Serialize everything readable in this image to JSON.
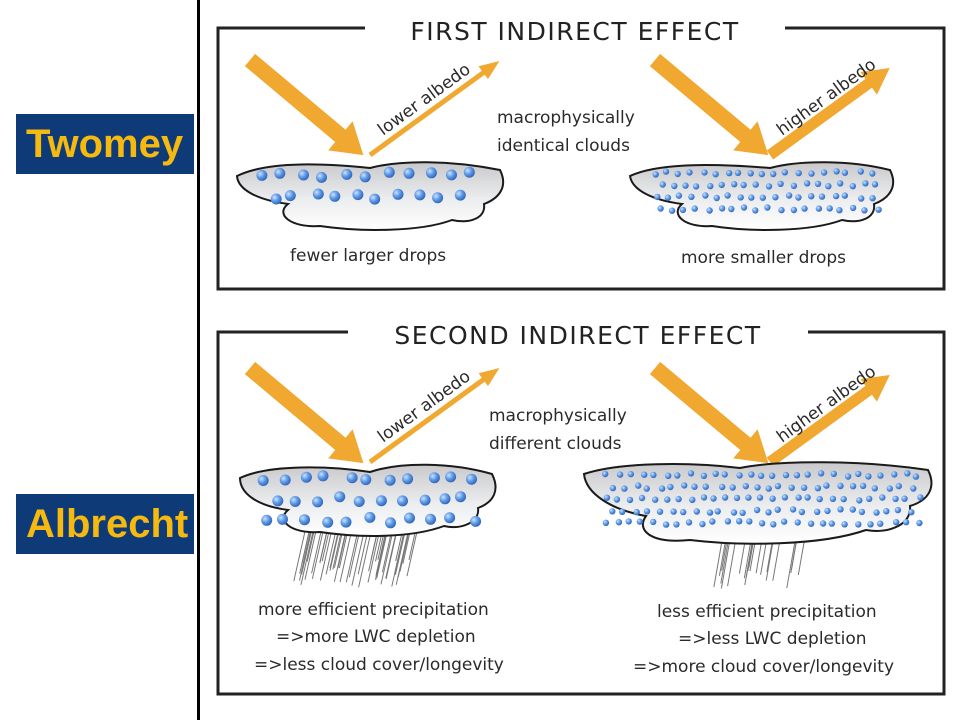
{
  "labels": {
    "twomey": "Twomey",
    "albrecht": "Albrecht"
  },
  "panel1": {
    "title": "FIRST INDIRECT EFFECT",
    "left_albedo": "lower albedo",
    "right_albedo": "higher albedo",
    "center_line1": "macrophysically",
    "center_line2": "identical clouds",
    "left_caption": "fewer larger drops",
    "right_caption": "more smaller drops"
  },
  "panel2": {
    "title": "SECOND INDIRECT EFFECT",
    "left_albedo": "lower albedo",
    "right_albedo": "higher albedo",
    "center_line1": "macrophysically",
    "center_line2": "different clouds",
    "left_caption1": "more efficient precipitation",
    "left_caption2": "=>more LWC depletion",
    "left_caption3": "=>less cloud cover/longevity",
    "right_caption1": "less efficient precipitation",
    "right_caption2": "=>less LWC depletion",
    "right_caption3": "=>more cloud cover/longevity"
  },
  "colors": {
    "label_bg": "#0f3a78",
    "label_text": "#f5b90f",
    "arrow": "#f0a830",
    "drop": "#4a8fe0"
  }
}
